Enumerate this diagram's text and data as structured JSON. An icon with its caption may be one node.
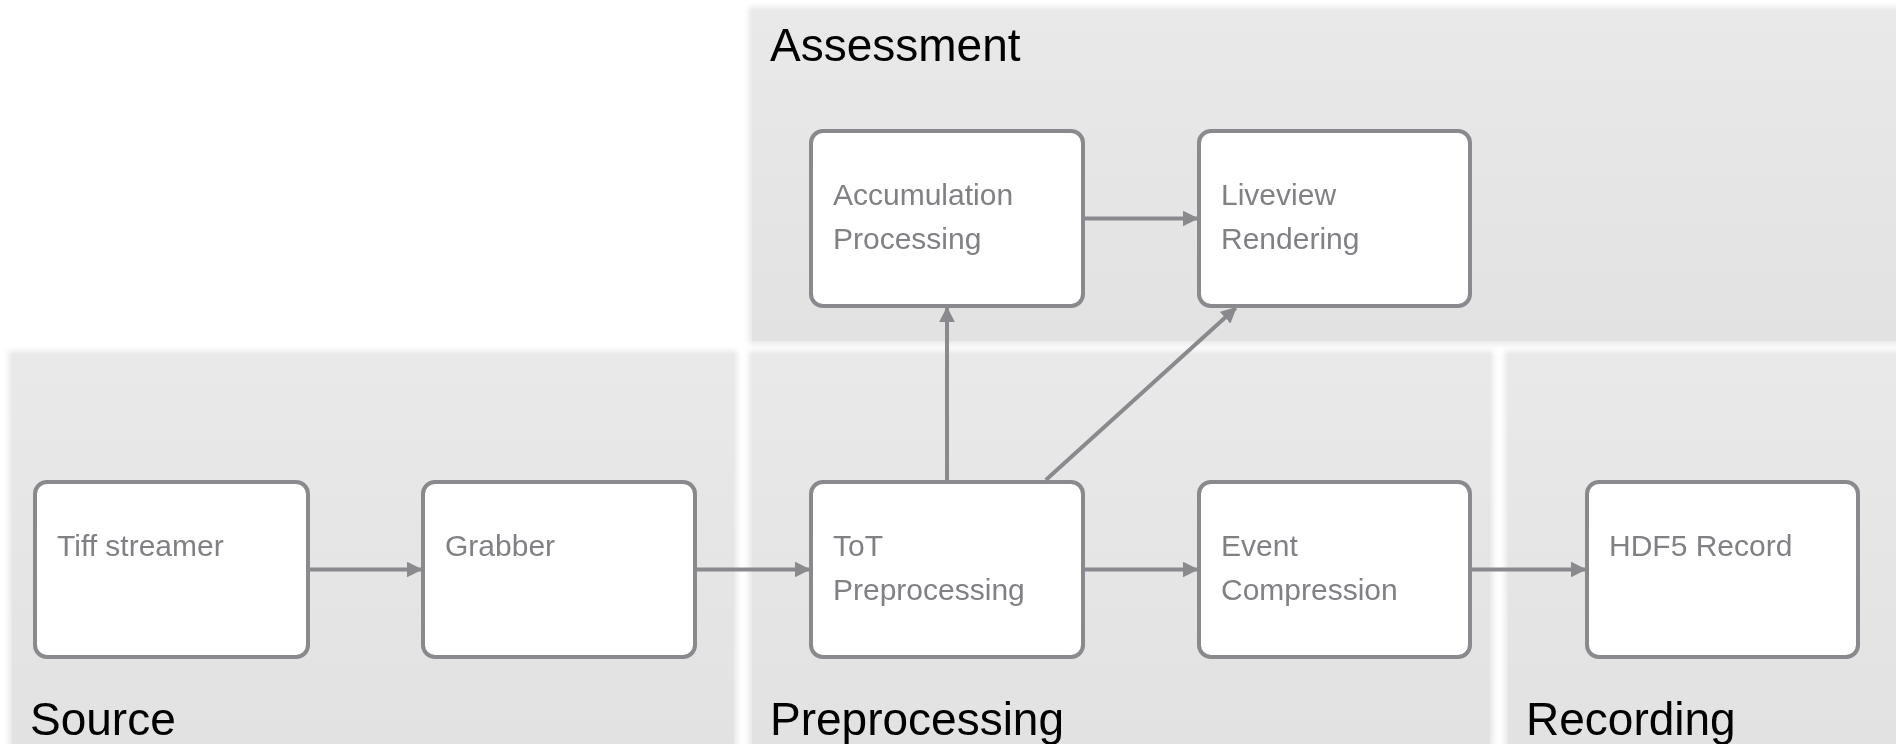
{
  "diagram": {
    "nodes": [
      {
        "text": [
          "Assessment"
        ]
      },
      {
        "text": [
          "Accumulation Processing"
        ],
        "in": 0
      },
      {
        "text": [
          "Liveview Rendering"
        ],
        "in": 0
      },
      {
        "text": [
          "Source"
        ]
      },
      {
        "text": [
          "Tiff streamer"
        ],
        "in": 3
      },
      {
        "text": [
          "Grabber"
        ],
        "in": 3
      },
      {
        "text": [
          "Preprocessing"
        ]
      },
      {
        "text": [
          "ToT Preprocessing"
        ],
        "in": 6
      },
      {
        "text": [
          "Event Compression"
        ],
        "in": 6
      },
      {
        "text": [
          "Recording"
        ]
      },
      {
        "text": [
          "HDF5 Record"
        ],
        "in": 9
      }
    ],
    "edges": [
      {
        "from": 4,
        "to": 5,
        "arrow": "to"
      },
      {
        "from": 5,
        "to": 7,
        "arrow": "to"
      },
      {
        "from": 7,
        "to": 1,
        "arrow": "to"
      },
      {
        "from": 7,
        "to": 2,
        "arrow": "to"
      },
      {
        "from": 7,
        "to": 8,
        "arrow": "to"
      },
      {
        "from": 1,
        "to": 2,
        "arrow": "to"
      },
      {
        "from": 8,
        "to": 10,
        "arrow": "to"
      }
    ]
  }
}
